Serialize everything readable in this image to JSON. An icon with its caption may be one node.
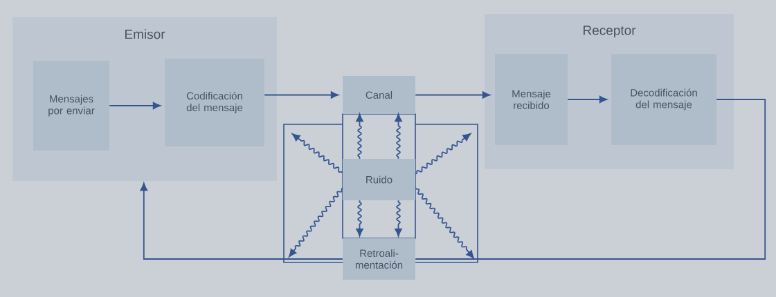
{
  "diagram": {
    "nodes": [
      {
        "text": [
          "Emisor"
        ]
      },
      {
        "text": [
          "Mensajes por enviar"
        ],
        "in": 0
      },
      {
        "text": [
          "Codificación del mensaje"
        ],
        "in": 0
      },
      {
        "text": [
          "Canal"
        ]
      },
      {
        "text": [
          "Ruido"
        ]
      },
      {
        "text": [
          "Retroali- mentación"
        ]
      },
      {
        "text": [
          "Receptor"
        ]
      },
      {
        "text": [
          "Mensaje recibido"
        ],
        "in": 6
      },
      {
        "text": [
          "Decodificación del mensaje"
        ],
        "in": 6
      }
    ],
    "edges": [
      {
        "from": 1,
        "to": 2,
        "arrow": "to"
      },
      {
        "from": 2,
        "to": 3,
        "arrow": "to"
      },
      {
        "from": 3,
        "to": 7,
        "arrow": "to"
      },
      {
        "from": 7,
        "to": 8,
        "arrow": "to"
      },
      {
        "from": 4,
        "to": 3,
        "arrow": "to"
      },
      {
        "from": 4,
        "to": 3,
        "arrow": "to"
      },
      {
        "from": 4,
        "to": 5,
        "arrow": "to"
      },
      {
        "from": 4,
        "to": 5,
        "arrow": "to"
      },
      {
        "from": 4,
        "to": null,
        "arrow": "to"
      },
      {
        "from": 4,
        "to": null,
        "arrow": "to"
      },
      {
        "from": 4,
        "to": null,
        "arrow": "to"
      },
      {
        "from": 4,
        "to": null,
        "arrow": "to"
      },
      {
        "from": 8,
        "to": 5,
        "arrow": "none"
      },
      {
        "from": 5,
        "to": 0,
        "arrow": "to"
      }
    ]
  }
}
